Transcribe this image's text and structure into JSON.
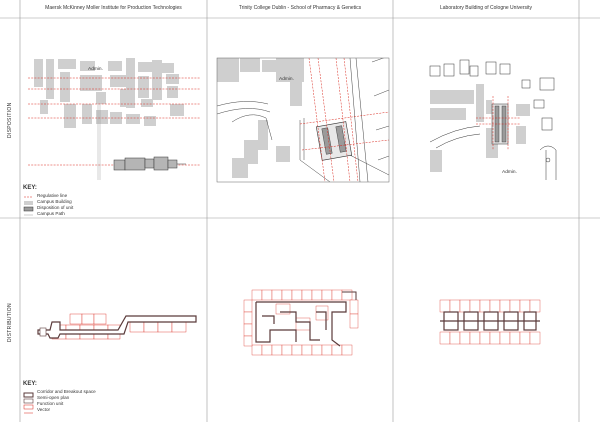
{
  "columns": [
    "Maersk McKinney Moller Institute for Production Technologies",
    "Trinity College Dublin - School of Pharmacy & Genetics",
    "Laboratory Building of Cologne University"
  ],
  "rows": [
    "DISPOSITION",
    "DISTRIBUTION"
  ],
  "map_labels": {
    "admin": "Admin."
  },
  "key_disposition": {
    "title": "KEY:",
    "items": [
      "Regulative line",
      "Campus Building",
      "Disposition of unit",
      "Campus Path"
    ]
  },
  "key_distribution": {
    "title": "KEY:",
    "items": [
      "Corridor and Breakout space",
      "Semi-open plan",
      "Function unit",
      "Vector"
    ]
  },
  "colors": {
    "accent_red": "#d9261c",
    "building_gray": "#cfcfcf",
    "dark": "#5a3a3a"
  }
}
